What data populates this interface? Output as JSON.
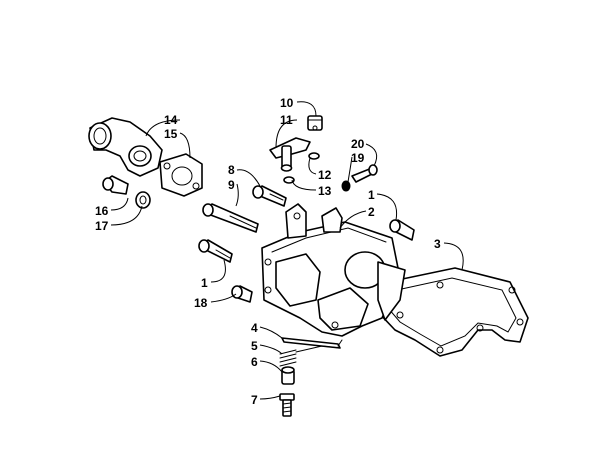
{
  "callouts": {
    "c1a": "1",
    "c1b": "1",
    "c2": "2",
    "c3": "3",
    "c4": "4",
    "c5": "5",
    "c6": "6",
    "c7": "7",
    "c8": "8",
    "c9": "9",
    "c10": "10",
    "c11": "11",
    "c12": "12",
    "c13": "13",
    "c14": "14",
    "c15": "15",
    "c16": "16",
    "c17": "17",
    "c18": "18",
    "c19": "19",
    "c20": "20"
  },
  "colors": {
    "line": "#000000",
    "background": "#ffffff"
  }
}
